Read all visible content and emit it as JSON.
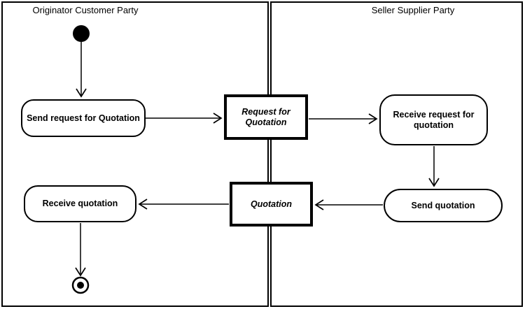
{
  "diagram": {
    "type": "uml-activity-swimlane",
    "background_color": "#ffffff",
    "line_color": "#000000",
    "lanes": [
      {
        "id": "originator",
        "title": "Originator Customer Party"
      },
      {
        "id": "seller",
        "title": "Seller Supplier Party"
      }
    ],
    "nodes": [
      {
        "id": "start",
        "type": "initial-node",
        "lane": "originator"
      },
      {
        "id": "send-request",
        "type": "action",
        "lane": "originator",
        "label": "Send request for Quotation"
      },
      {
        "id": "request-for-quotation",
        "type": "object",
        "lane": "lane-boundary",
        "label": "Request for Quotation"
      },
      {
        "id": "receive-request",
        "type": "action",
        "lane": "seller",
        "label": "Receive request for quotation"
      },
      {
        "id": "send-quotation",
        "type": "action",
        "lane": "seller",
        "label": "Send quotation"
      },
      {
        "id": "quotation",
        "type": "object",
        "lane": "lane-boundary",
        "label": "Quotation"
      },
      {
        "id": "receive-quotation",
        "type": "action",
        "lane": "originator",
        "label": "Receive quotation"
      },
      {
        "id": "end",
        "type": "final-node",
        "lane": "originator"
      }
    ],
    "edges": [
      {
        "from": "start",
        "to": "send-request"
      },
      {
        "from": "send-request",
        "to": "request-for-quotation"
      },
      {
        "from": "request-for-quotation",
        "to": "receive-request"
      },
      {
        "from": "receive-request",
        "to": "send-quotation"
      },
      {
        "from": "send-quotation",
        "to": "quotation"
      },
      {
        "from": "quotation",
        "to": "receive-quotation"
      },
      {
        "from": "receive-quotation",
        "to": "end"
      }
    ]
  }
}
